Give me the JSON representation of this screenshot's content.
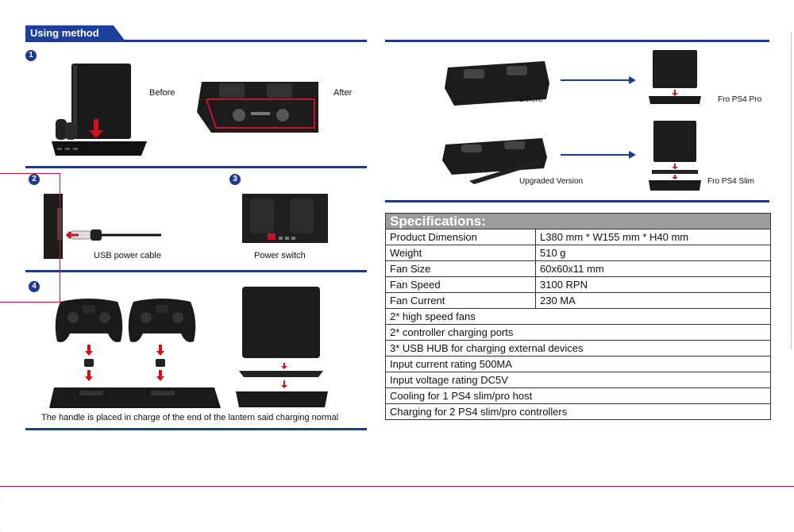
{
  "left": {
    "header": "Using method",
    "steps": [
      "1",
      "2",
      "3",
      "4"
    ],
    "step1": {
      "before": "Before",
      "after": "After"
    },
    "step2": {
      "caption": "USB power cable"
    },
    "step3": {
      "caption": "Power switch"
    },
    "step4": {
      "caption": "The handle is placed in charge of the end of the lantern said charging normal"
    }
  },
  "right": {
    "top": {
      "before": "Before",
      "pro": "Fro PS4 Pro"
    },
    "bottom": {
      "upgraded": "Upgraded Version",
      "slim": "Fro PS4 Slim"
    }
  },
  "specs": {
    "title": "Specifications:",
    "rows": [
      [
        "Product Dimension",
        "L380 mm * W155 mm * H40 mm"
      ],
      [
        "Weight",
        "510 g"
      ],
      [
        "Fan Size",
        "60x60x11 mm"
      ],
      [
        "Fan Speed",
        "3100 RPN"
      ],
      [
        "Fan Current",
        "230 MA"
      ]
    ],
    "features": [
      "2* high speed fans",
      "2* controller charging ports",
      "3* USB HUB for charging external devices",
      "Input current rating 500MA",
      "Input voltage rating DC5V",
      "Cooling for 1 PS4 slim/pro host",
      "Charging for 2 PS4 slim/pro controllers"
    ]
  },
  "colors": {
    "navy": "#1e3a8a",
    "red": "#c8102e",
    "spec_header": "#9c9c9c"
  }
}
